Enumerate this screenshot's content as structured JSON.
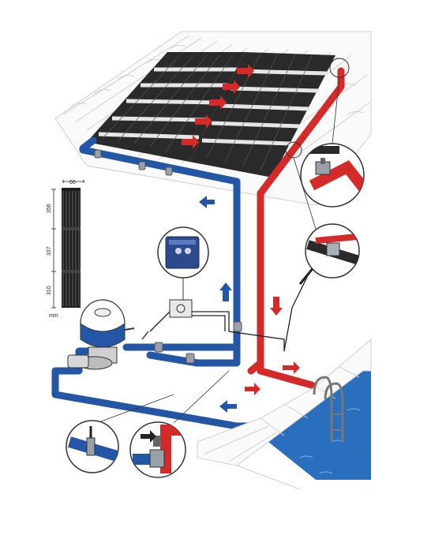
{
  "colors": {
    "hot_pipe": "#d42a2a",
    "cold_pipe": "#2456a6",
    "panel": "#2a2a2a",
    "panel_stripe": "#e6e6e6",
    "pool_water": "#2a6fbe",
    "tile_line": "#cfcfcf",
    "arrow_hot": "#d42a2a",
    "arrow_cold": "#2456a6"
  },
  "dimension_labels": {
    "width": "60",
    "segment_top": "356",
    "segment_middle": "337",
    "segment_bottom": "310",
    "unit": "mm"
  },
  "icons": [
    "solar-collector-icon",
    "control-unit-icon",
    "sand-filter-pump-icon",
    "three-way-valve-detail-icon",
    "pipe-clamp-detail-icon",
    "connector-detail-icon",
    "swimming-pool-icon",
    "pool-ladder-icon",
    "temperature-sensor-icon"
  ]
}
